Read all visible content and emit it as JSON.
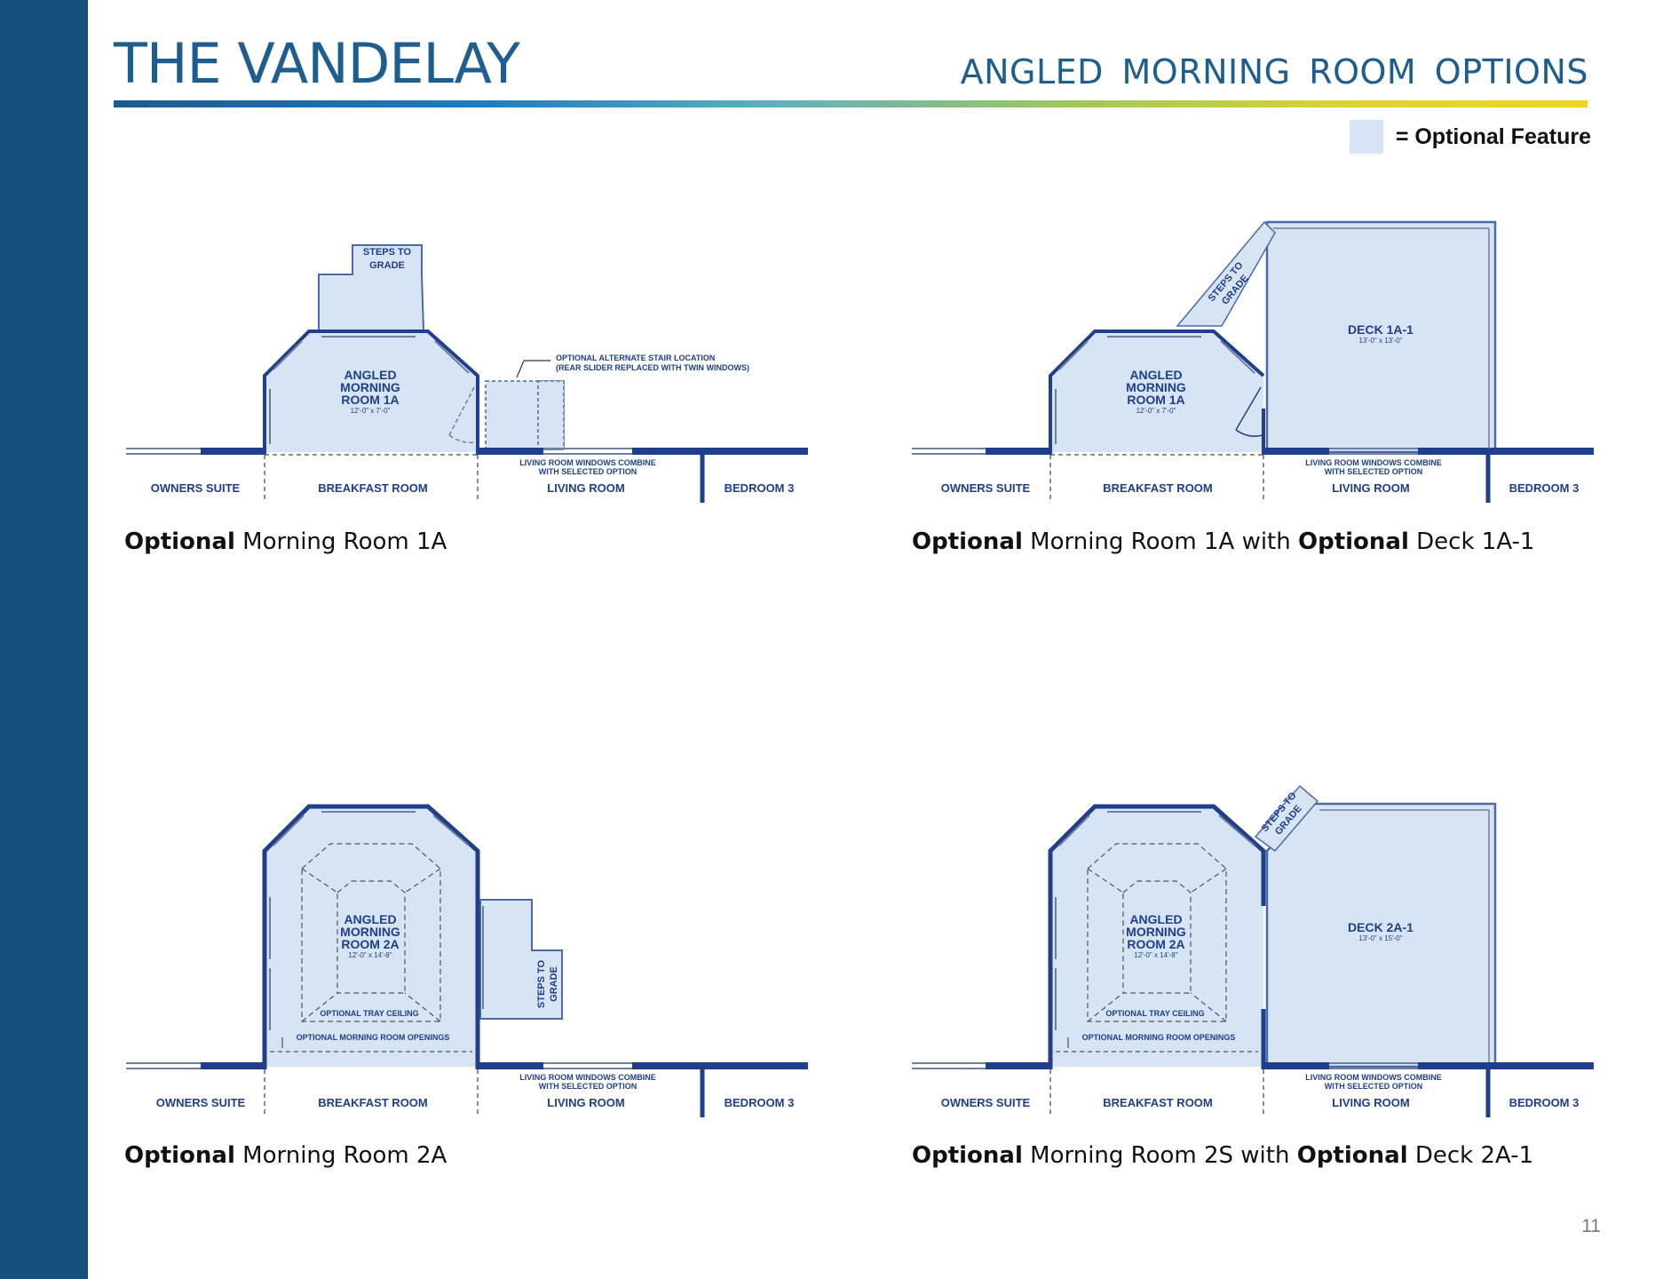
{
  "header": {
    "title": "THE VANDELAY",
    "subtitle": "ANGLED MORNING ROOM OPTIONS"
  },
  "legend": {
    "label": "= Optional Feature"
  },
  "colors": {
    "sidebar": "#154f7b",
    "brand_blue": "#1d5d8f",
    "wall": "#1f3f8a",
    "optional_fill": "#d7e4f4"
  },
  "rooms": {
    "owners_suite": "OWNERS SUITE",
    "breakfast_room": "BREAKFAST ROOM",
    "living_room": "LIVING ROOM",
    "bedroom_3": "BEDROOM 3",
    "lr_windows_1": "LIVING ROOM WINDOWS COMBINE",
    "lr_windows_2": "WITH SELECTED OPTION",
    "steps_1": "STEPS TO",
    "steps_2": "GRADE",
    "angled": "ANGLED",
    "morning": "MORNING",
    "tray_ceiling": "OPTIONAL TRAY CEILING",
    "mr_openings": "OPTIONAL MORNING ROOM OPENINGS"
  },
  "plans": [
    {
      "room_name": "ROOM 1A",
      "room_size": "12'-0\" x 7'-0\"",
      "alt_stair_1": "OPTIONAL ALTERNATE STAIR LOCATION",
      "alt_stair_2": "(REAR SLIDER REPLACED WITH TWIN WINDOWS)",
      "caption_bold": "Optional",
      "caption_rest": " Morning Room 1A"
    },
    {
      "room_name": "ROOM 1A",
      "room_size": "12'-0\" x 7'-0\"",
      "deck_name": "DECK 1A-1",
      "deck_size": "13'-0\" x 13'-0\"",
      "caption_bold": "Optional",
      "caption_mid": " Morning Room 1A with ",
      "caption_bold2": "Optional",
      "caption_rest": " Deck 1A-1"
    },
    {
      "room_name": "ROOM 2A",
      "room_size": "12'-0\" x 14'-8\"",
      "caption_bold": "Optional",
      "caption_rest": " Morning Room 2A"
    },
    {
      "room_name": "ROOM 2A",
      "room_size": "12'-0\" x 14'-8\"",
      "deck_name": "DECK 2A-1",
      "deck_size": "13'-0\" x 15'-0\"",
      "caption_bold": "Optional",
      "caption_mid": " Morning Room 2S with ",
      "caption_bold2": "Optional",
      "caption_rest": " Deck 2A-1"
    }
  ],
  "page_number": "11"
}
